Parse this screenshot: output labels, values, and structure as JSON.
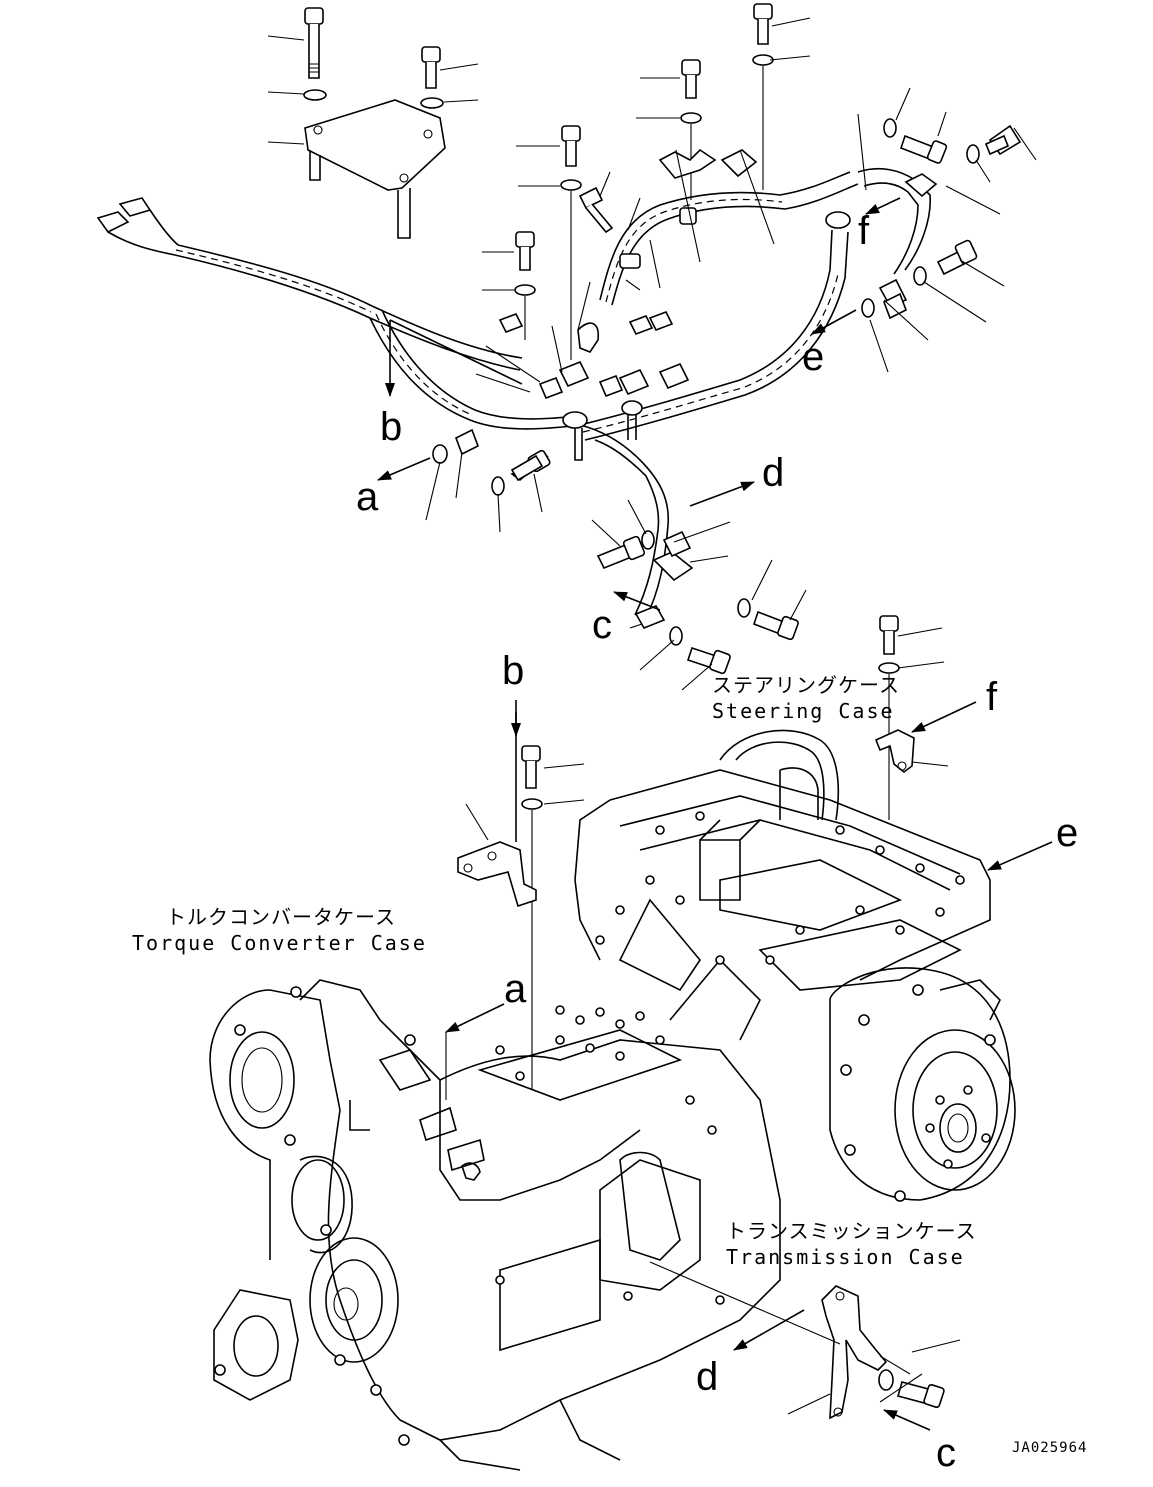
{
  "callouts": {
    "a_upper": "a",
    "b_upper": "b",
    "c_upper": "c",
    "d_upper": "d",
    "e_upper": "e",
    "f_upper": "f",
    "a_lower": "a",
    "b_lower": "b",
    "c_lower": "c",
    "d_lower": "d",
    "e_lower": "e",
    "f_lower": "f"
  },
  "labels": {
    "steering_case_jp": "ステアリングケース",
    "steering_case_en": "Steering Case",
    "torque_converter_jp": "トルクコンバータケース",
    "torque_converter_en": "Torque Converter Case",
    "transmission_case_jp": "トランスミッションケース",
    "transmission_case_en": "Transmission Case"
  },
  "drawing_code": "JA025964"
}
